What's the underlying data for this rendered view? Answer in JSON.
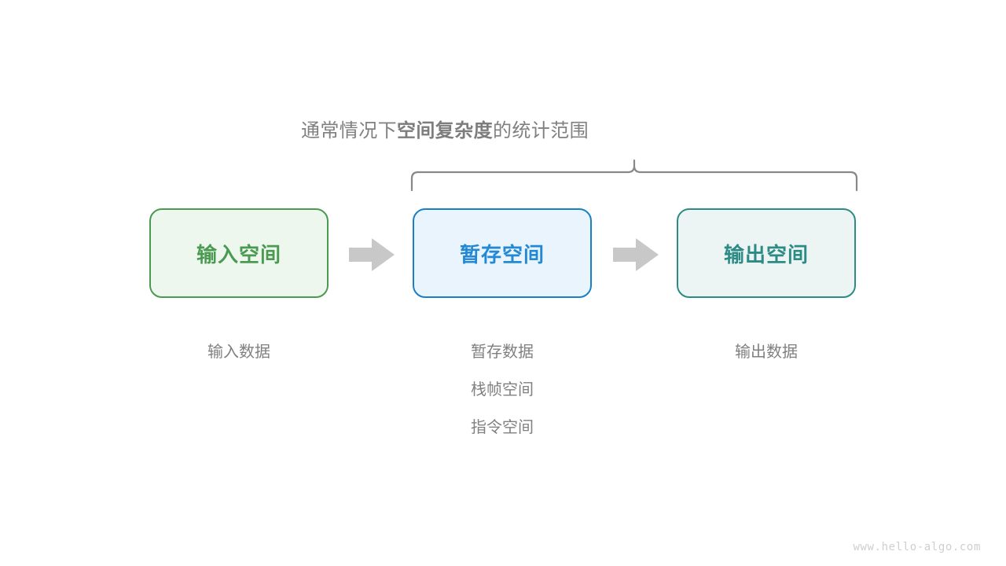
{
  "page": {
    "background": "#ffffff",
    "watermark": "www.hello-algo.com"
  },
  "scope": {
    "title_prefix": "通常情况下",
    "title_strong": "空间复杂度",
    "title_suffix": "的统计范围",
    "brace_color": "#888888",
    "text_color": "#808080"
  },
  "flow": {
    "arrow_color": "#c8c8c8",
    "arrows": [
      {
        "name": "arrow-input-to-buffer"
      },
      {
        "name": "arrow-buffer-to-output"
      }
    ],
    "boxes": [
      {
        "id": "input",
        "label": "输入空间",
        "border": "#4a9a51",
        "fill": "#eef7ee",
        "text": "#4a9a51"
      },
      {
        "id": "buffer",
        "label": "暂存空间",
        "border": "#1a7fc4",
        "fill": "#e9f4fd",
        "text": "#2389d4"
      },
      {
        "id": "output",
        "label": "输出空间",
        "border": "#2d8b86",
        "fill": "#ecf5f3",
        "text": "#2d8b86"
      }
    ],
    "captions": [
      {
        "id": "input",
        "lines": [
          "输入数据"
        ]
      },
      {
        "id": "buffer",
        "lines": [
          "暂存数据",
          "栈帧空间",
          "指令空间"
        ]
      },
      {
        "id": "output",
        "lines": [
          "输出数据"
        ]
      }
    ]
  }
}
